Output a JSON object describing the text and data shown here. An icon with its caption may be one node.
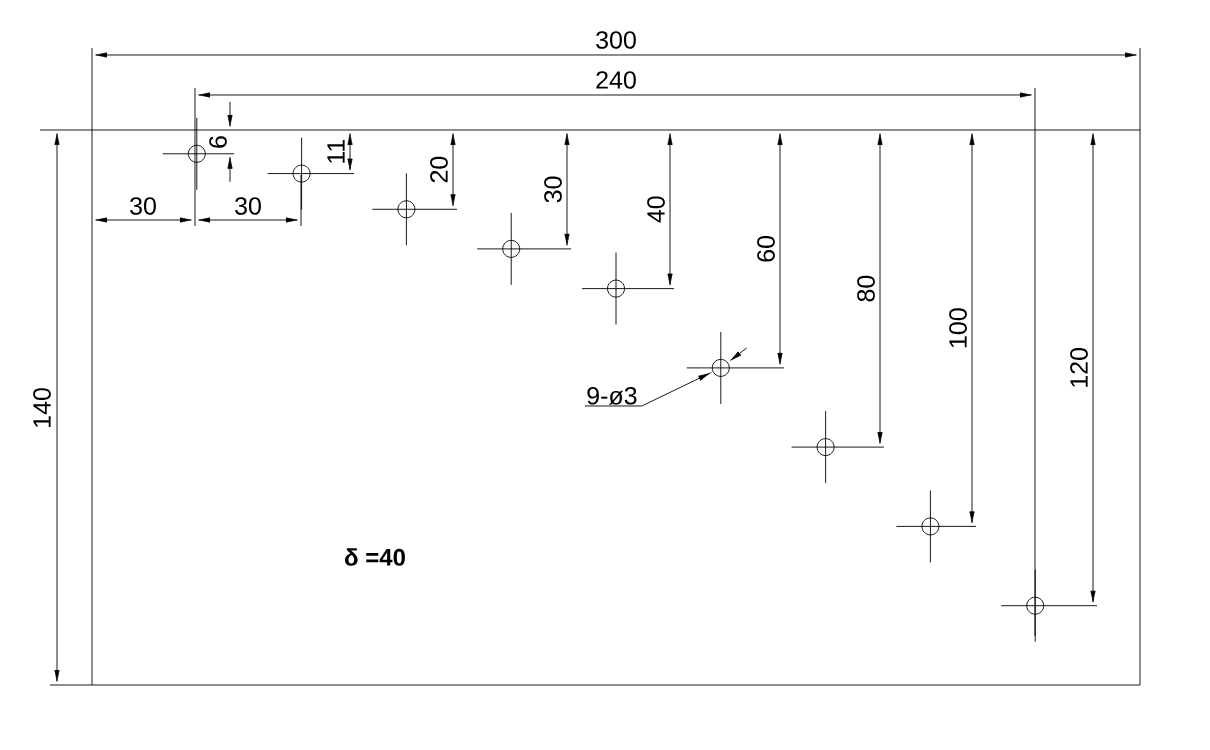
{
  "diagram": {
    "nodes": [
      {
        "text": [
          "9-ø3"
        ]
      },
      {
        "text": [],
        "shape": "circle"
      }
    ],
    "edges": [
      {
        "from": 0,
        "to": 1,
        "arrow": "to"
      }
    ],
    "labels": [
      "300",
      "240",
      "6",
      "11",
      "20",
      "30",
      "40",
      "60",
      "80",
      "100",
      "120",
      "30",
      "30",
      "140",
      "δ =40"
    ]
  }
}
